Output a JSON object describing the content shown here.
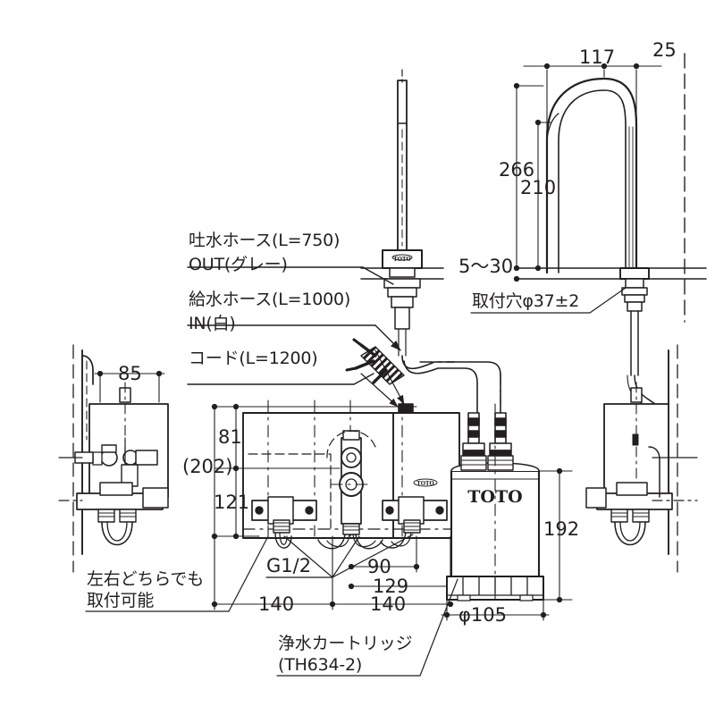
{
  "drawing": {
    "title": "TOTO water purifier faucet installation dimension drawing",
    "background": "#ffffff",
    "line_color": "#231f20",
    "brand": "TOTO"
  },
  "callouts": {
    "discharge_hose": "吐水ホース(L=750)",
    "discharge_hose_out": "OUT(グレー)",
    "supply_hose": "給水ホース(L=1000)",
    "supply_hose_in": "IN(白)",
    "cord": "コード(L=1200)",
    "mount_either_side_1": "左右どちらでも",
    "mount_either_side_2": "取付可能",
    "cartridge_1": "浄水カートリッジ",
    "cartridge_2": "(TH634-2)",
    "mounting_hole": "取付穴φ37±2",
    "thread_size": "G1/2"
  },
  "dimensions": {
    "spout_reach": "117",
    "spout_back": "25",
    "height_total": "266",
    "height_spout": "210",
    "deck_thickness": "5〜30",
    "left_width": "85",
    "body_height_ref": "(202)",
    "upper_height": "81",
    "lower_height": "121",
    "span_90": "90",
    "span_129": "129",
    "span_140_left": "140",
    "span_140_right": "140",
    "cartridge_height": "192",
    "cartridge_diameter": "φ105"
  }
}
